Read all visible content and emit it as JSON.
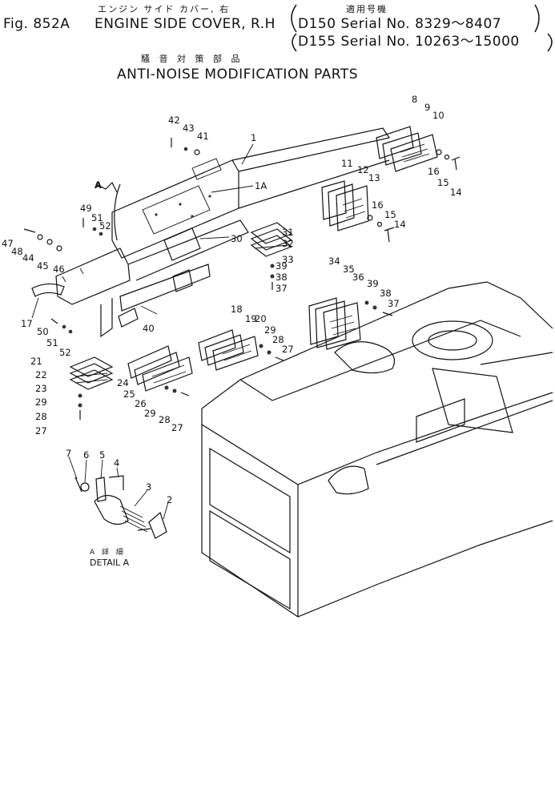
{
  "header": {
    "jp_title": "エンジン サイド カバー, 右",
    "fig_no": "Fig. 852A",
    "title_en": "ENGINE SIDE COVER, R.H",
    "jp_applicable": "適用号機",
    "serial_1": "D150 Serial No. 8329～8407",
    "serial_2": "D155 Serial No. 10263～15000",
    "jp_subtitle": "騒 音 対 策 部 品",
    "subtitle_en": "ANTI-NOISE MODIFICATION PARTS"
  },
  "detail": {
    "jp": "A 詳 細",
    "en": "DETAIL A",
    "marker": "A"
  },
  "callouts": [
    {
      "id": "c1",
      "text": "1"
    },
    {
      "id": "c1a",
      "text": "1A"
    },
    {
      "id": "c2",
      "text": "2"
    },
    {
      "id": "c3",
      "text": "3"
    },
    {
      "id": "c4",
      "text": "4"
    },
    {
      "id": "c5",
      "text": "5"
    },
    {
      "id": "c6",
      "text": "6"
    },
    {
      "id": "c7",
      "text": "7"
    },
    {
      "id": "c8",
      "text": "8"
    },
    {
      "id": "c9",
      "text": "9"
    },
    {
      "id": "c10",
      "text": "10"
    },
    {
      "id": "c11",
      "text": "11"
    },
    {
      "id": "c12",
      "text": "12"
    },
    {
      "id": "c13",
      "text": "13"
    },
    {
      "id": "c14a",
      "text": "14"
    },
    {
      "id": "c15a",
      "text": "15"
    },
    {
      "id": "c16a",
      "text": "16"
    },
    {
      "id": "c16b",
      "text": "16"
    },
    {
      "id": "c15b",
      "text": "15"
    },
    {
      "id": "c14b",
      "text": "14"
    },
    {
      "id": "c17",
      "text": "17"
    },
    {
      "id": "c18",
      "text": "18"
    },
    {
      "id": "c19",
      "text": "19"
    },
    {
      "id": "c20",
      "text": "20"
    },
    {
      "id": "c21",
      "text": "21"
    },
    {
      "id": "c22",
      "text": "22"
    },
    {
      "id": "c23",
      "text": "23"
    },
    {
      "id": "c24",
      "text": "24"
    },
    {
      "id": "c25",
      "text": "25"
    },
    {
      "id": "c26",
      "text": "26"
    },
    {
      "id": "c27a",
      "text": "27"
    },
    {
      "id": "c27b",
      "text": "27"
    },
    {
      "id": "c27c",
      "text": "27"
    },
    {
      "id": "c28a",
      "text": "28"
    },
    {
      "id": "c28b",
      "text": "28"
    },
    {
      "id": "c28c",
      "text": "28"
    },
    {
      "id": "c29a",
      "text": "29"
    },
    {
      "id": "c29b",
      "text": "29"
    },
    {
      "id": "c29c",
      "text": "29"
    },
    {
      "id": "c30",
      "text": "30"
    },
    {
      "id": "c31",
      "text": "31"
    },
    {
      "id": "c32",
      "text": "32"
    },
    {
      "id": "c33",
      "text": "33"
    },
    {
      "id": "c34",
      "text": "34"
    },
    {
      "id": "c35",
      "text": "35"
    },
    {
      "id": "c36",
      "text": "36"
    },
    {
      "id": "c37a",
      "text": "37"
    },
    {
      "id": "c37b",
      "text": "37"
    },
    {
      "id": "c38a",
      "text": "38"
    },
    {
      "id": "c38b",
      "text": "38"
    },
    {
      "id": "c39a",
      "text": "39"
    },
    {
      "id": "c39b",
      "text": "39"
    },
    {
      "id": "c40",
      "text": "40"
    },
    {
      "id": "c41",
      "text": "41"
    },
    {
      "id": "c42",
      "text": "42"
    },
    {
      "id": "c43",
      "text": "43"
    },
    {
      "id": "c44",
      "text": "44"
    },
    {
      "id": "c45",
      "text": "45"
    },
    {
      "id": "c46",
      "text": "46"
    },
    {
      "id": "c47",
      "text": "47"
    },
    {
      "id": "c48",
      "text": "48"
    },
    {
      "id": "c49",
      "text": "49"
    },
    {
      "id": "c50",
      "text": "50"
    },
    {
      "id": "c51a",
      "text": "51"
    },
    {
      "id": "c51b",
      "text": "51"
    },
    {
      "id": "c52a",
      "text": "52"
    },
    {
      "id": "c52b",
      "text": "52"
    }
  ]
}
